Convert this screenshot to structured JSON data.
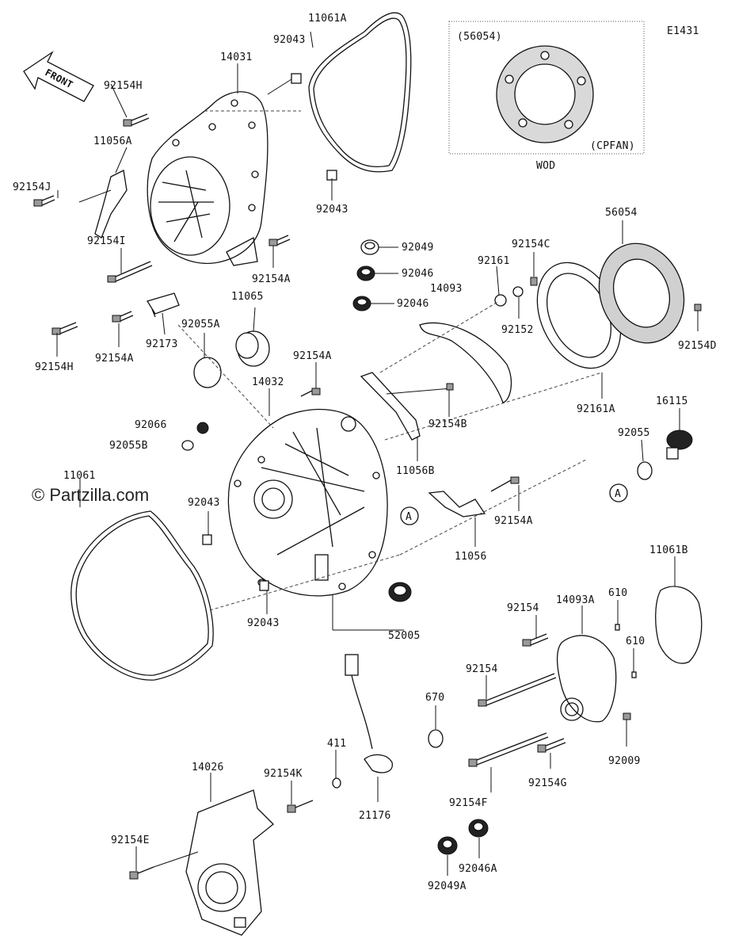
{
  "diagram_code": "E1431",
  "watermark": "© Partzilla.com",
  "front_arrow_label": "FRONT",
  "callout_letter": "A",
  "wod_box": {
    "part_left": "(56054)",
    "part_right": "(CPFAN)",
    "caption": "WOD"
  },
  "labels": {
    "p11061A": "11061A",
    "p92043_top": "92043",
    "p14031": "14031",
    "p92154H_top": "92154H",
    "p11056A": "11056A",
    "p92154J": "92154J",
    "p92154I": "92154I",
    "p92043_mid": "92043",
    "p92154A_top": "92154A",
    "p11065": "11065",
    "p92055A": "92055A",
    "p92173": "92173",
    "p92154A_left": "92154A",
    "p92154H_bot": "92154H",
    "p92049": "92049",
    "p92046_a": "92046",
    "p92046_b": "92046",
    "p14093": "14093",
    "p92161": "92161",
    "p92154C": "92154C",
    "p92152": "92152",
    "p56054": "56054",
    "p92154D": "92154D",
    "p92161A": "92161A",
    "p92154A_mid": "92154A",
    "p14032": "14032",
    "p92066": "92066",
    "p92055B": "92055B",
    "p92154B": "92154B",
    "p11056B": "11056B",
    "p16115": "16115",
    "p92055": "92055",
    "p11061": "11061",
    "p92043_low": "92043",
    "p92154A_right": "92154A",
    "p11056": "11056",
    "p92043_bot": "92043",
    "p52005": "52005",
    "p11061B": "11061B",
    "p92154_a": "92154",
    "p14093A": "14093A",
    "p610_a": "610",
    "p610_b": "610",
    "p92154_b": "92154",
    "p670": "670",
    "p92009": "92009",
    "p411": "411",
    "p14026": "14026",
    "p92154K": "92154K",
    "p21176": "21176",
    "p92154F": "92154F",
    "p92154G": "92154G",
    "p92154E": "92154E",
    "p92046A": "92046A",
    "p92049A": "92049A"
  }
}
